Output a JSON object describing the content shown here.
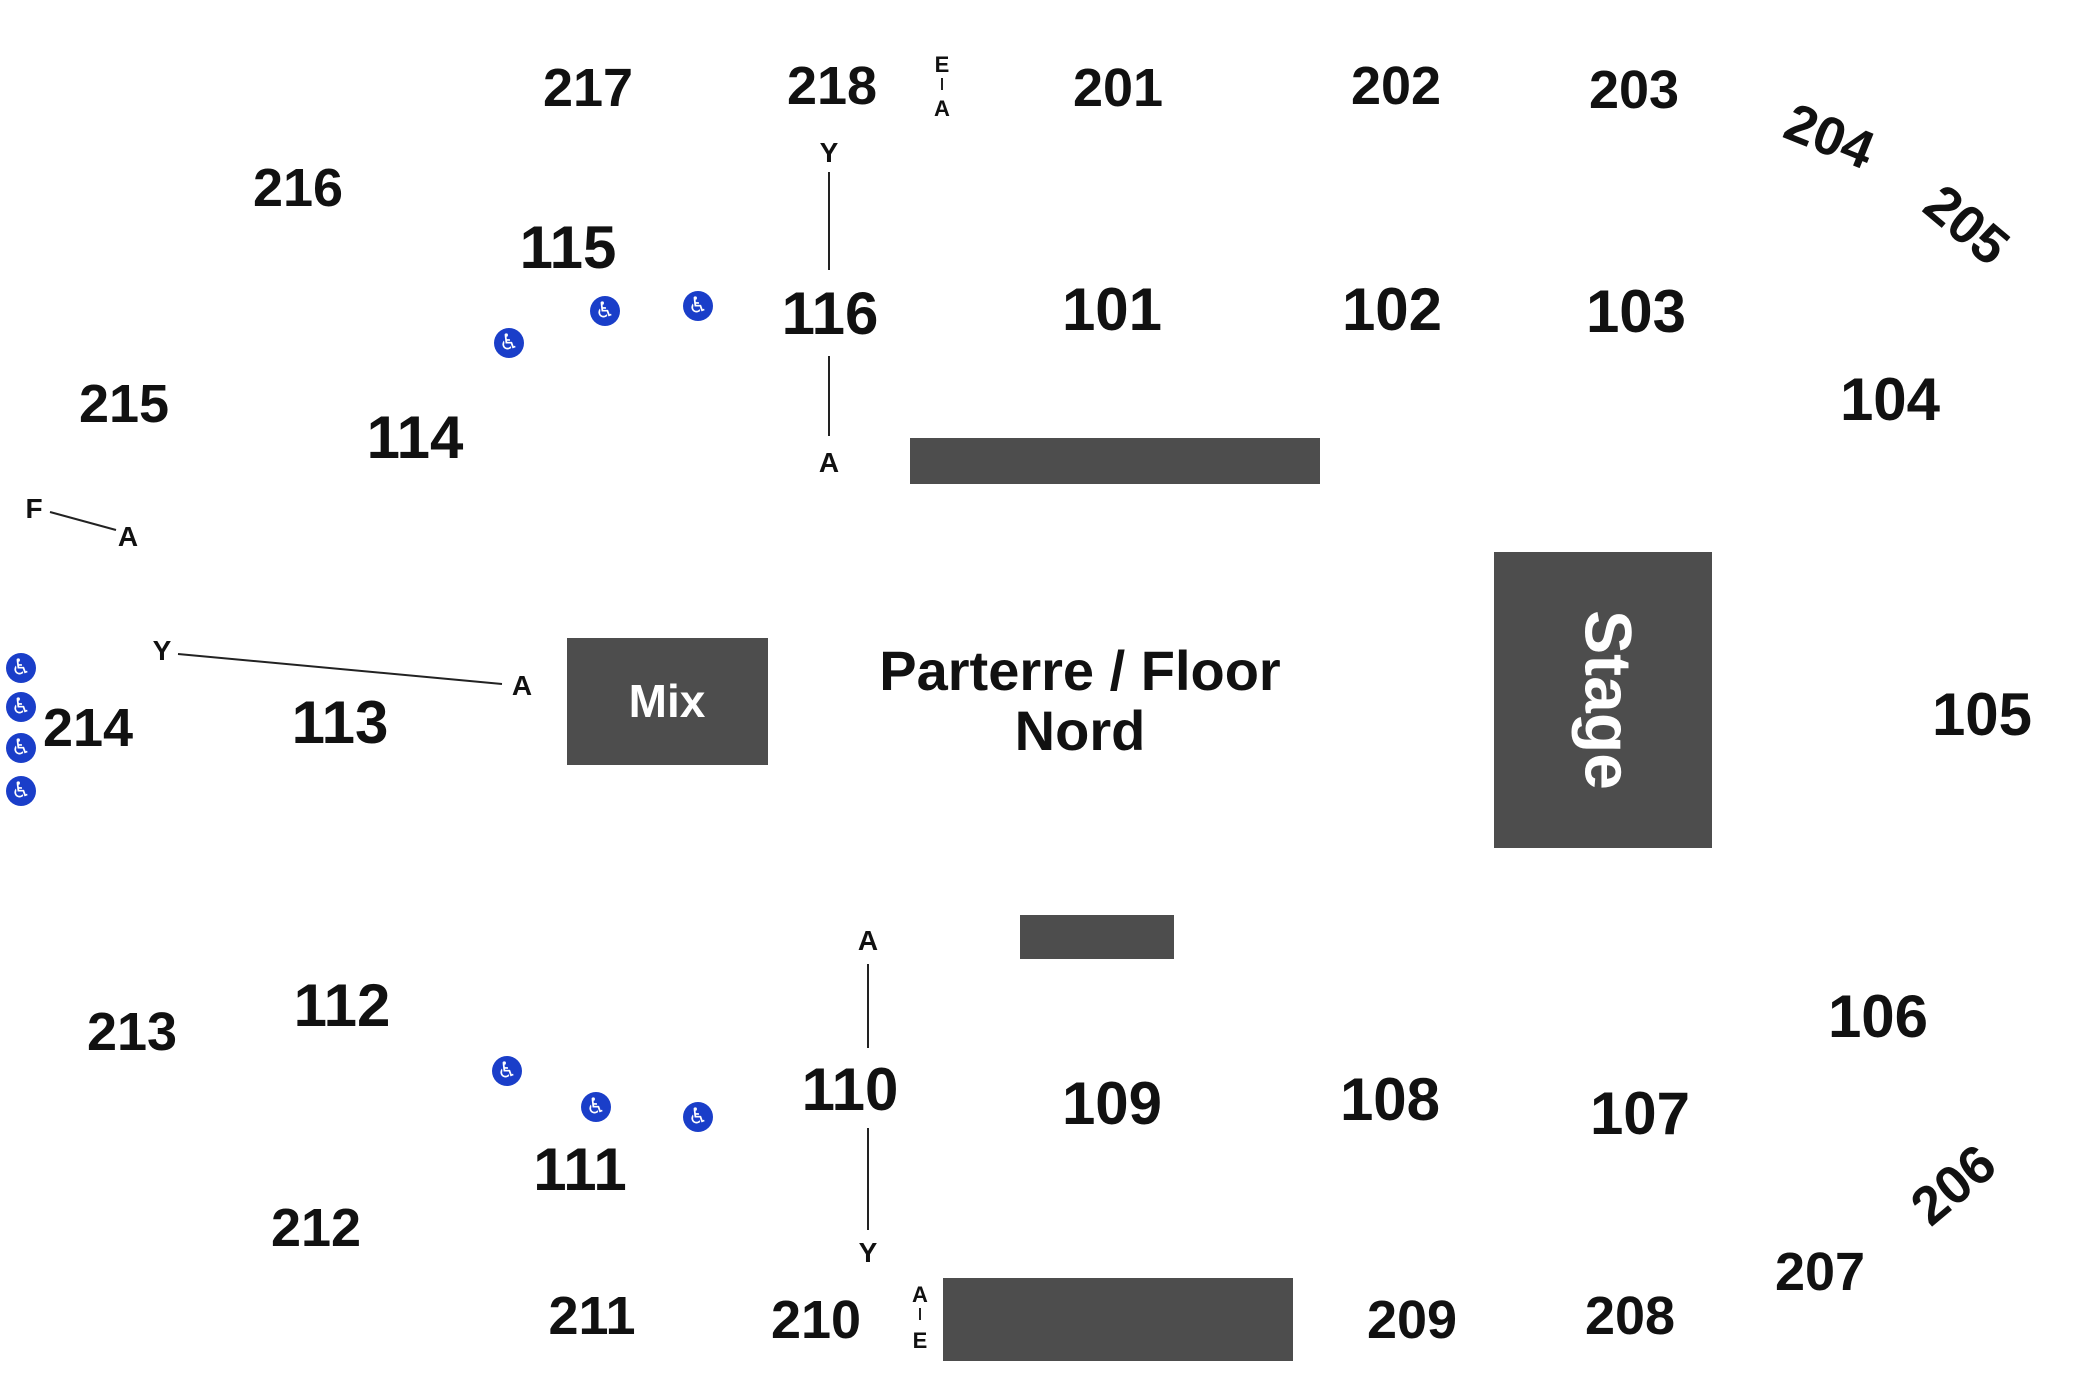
{
  "colors": {
    "block": "#4d4d4d",
    "accessible": "#1a3ec9",
    "text": "#111111",
    "background": "#ffffff"
  },
  "icons": {
    "accessible_seating": "wheelchair-icon"
  },
  "stage_label": "Stage",
  "mix_label": "Mix",
  "floor_label_line1": "Parterre / Floor",
  "floor_label_line2": "Nord",
  "sections_100": [
    "101",
    "102",
    "103",
    "104",
    "105",
    "106",
    "107",
    "108",
    "109",
    "110",
    "111",
    "112",
    "113",
    "114",
    "115",
    "116"
  ],
  "sections_200": [
    "201",
    "202",
    "203",
    "204",
    "205",
    "206",
    "207",
    "208",
    "209",
    "210",
    "211",
    "212",
    "213",
    "214",
    "215",
    "216",
    "217",
    "218"
  ],
  "row_markers": {
    "r116_top": "Y",
    "r116_bottom": "A",
    "r110_top": "A",
    "r110_bottom": "Y",
    "r113_left": "Y",
    "r113_right": "A",
    "r215_left": "F",
    "r215_right": "A",
    "r218_top": "E",
    "r218_bottom": "A",
    "r210_top": "A",
    "r210_bottom": "E"
  }
}
